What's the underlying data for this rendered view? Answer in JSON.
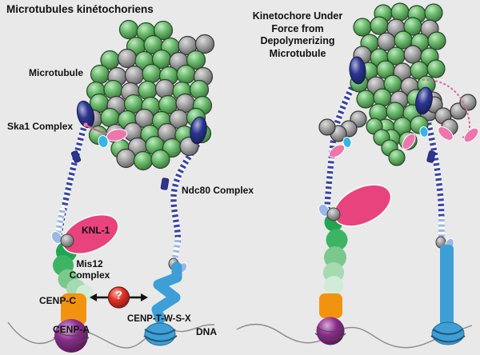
{
  "figure": {
    "left_panel": {
      "title": "Microtubules kinétochoriens",
      "labels": {
        "microtubule": "Microtubule",
        "ska1": "Ska1 Complex",
        "ndc80": "Ndc80 Complex",
        "knl1": "KNL-1",
        "mis12_line1": "Mis12",
        "mis12_line2": "Complex",
        "cenp_c": "CENP-C",
        "cenp_a": "CENP-A",
        "cenp_twsx": "CENP-T-W-S-X",
        "dna": "DNA",
        "question": "?"
      }
    },
    "right_panel": {
      "title_lines": [
        "Kinetochore Under",
        "Force from",
        "Depolymerizing",
        "Microtubule"
      ]
    },
    "colors": {
      "background": "#e9e9e9",
      "text": "#111111",
      "tubulin_green": "#69bd6b",
      "tubulin_gray": "#a6a6a6",
      "ndc80_navy": "#2c3592",
      "coil_dark": "#3a44a8",
      "coil_light": "#9db8e6",
      "ska1_pink": "#ee76ad",
      "knl1_pink": "#e8437c",
      "cyan": "#35b5e5",
      "mis12_greens": [
        "#22a551",
        "#3cb464",
        "#7bc88d",
        "#a6dab2",
        "#d2ebd8"
      ],
      "cenp_c_orange": "#f2930f",
      "cenp_a_purple": "#8d2b8f",
      "question_red": "#e53125",
      "cenp_t_blue": "#3d9fd6",
      "dna_gray": "#8a8a8a"
    }
  }
}
